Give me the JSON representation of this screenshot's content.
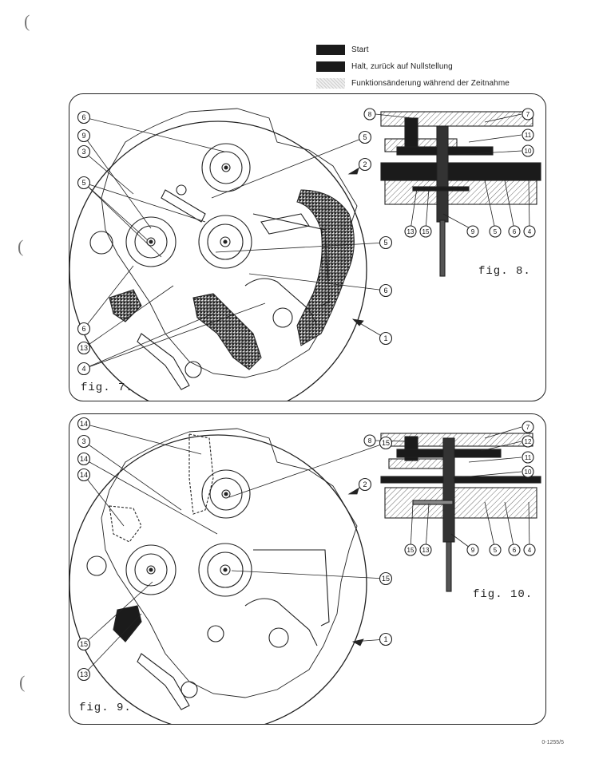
{
  "legend": [
    {
      "label": "Start",
      "style": "dark",
      "color": "#1b1b1b"
    },
    {
      "label": "Halt, zurück auf Nullstellung",
      "style": "dark",
      "color": "#1b1b1b"
    },
    {
      "label": "Funktionsänderung während der Zeitnahme",
      "style": "light",
      "color": "#d8d8d8"
    }
  ],
  "margin_marks": [
    "(",
    "(",
    "("
  ],
  "figures": {
    "fig7": {
      "caption": "fig. 7.",
      "left_callouts": [
        "6",
        "9",
        "3",
        "5",
        "6",
        "13",
        "4"
      ],
      "right_callouts": [
        "5",
        "2",
        "5",
        "6",
        "1"
      ]
    },
    "fig8": {
      "caption": "fig. 8.",
      "top_callouts": [
        "8",
        "7",
        "11",
        "10"
      ],
      "bottom_callouts": [
        "13",
        "15",
        "9",
        "5",
        "6",
        "4"
      ]
    },
    "fig9": {
      "caption": "fig. 9.",
      "left_callouts": [
        "14",
        "3",
        "14",
        "14",
        "15",
        "13"
      ],
      "right_callouts": [
        "15",
        "2",
        "15",
        "1"
      ]
    },
    "fig10": {
      "caption": "fig. 10.",
      "top_callouts": [
        "8",
        "7",
        "12",
        "11",
        "10"
      ],
      "bottom_callouts": [
        "15",
        "13",
        "9",
        "5",
        "6",
        "4"
      ]
    }
  },
  "doc_code": "0-1255/5"
}
